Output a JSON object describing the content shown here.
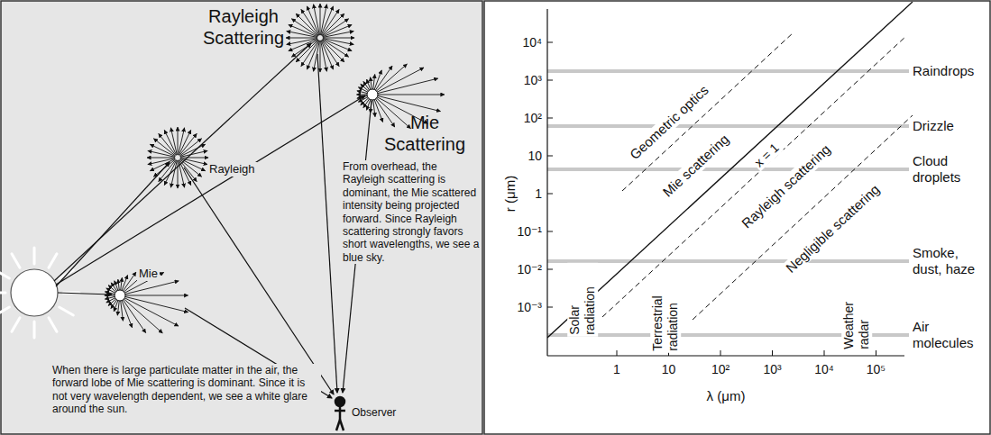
{
  "diagram": {
    "labels": [
      "Rayleigh Scattering",
      "Mie Scattering",
      "From overhead, the Rayleigh scattering is dominant, the Mie scattered intensity being projected forward. Since Rayleigh scattering strongly favors short wavelengths, we see a blue sky.",
      "Rayleigh",
      "Mie",
      "When there is large particulate matter in the air, the forward lobe of Mie scattering is dominant. Since it is not very wavelength dependent, we see a white glare around the sun.",
      "Observer",
      "10⁴",
      "10³",
      "10²",
      "10",
      "1",
      "10⁻¹",
      "10⁻²",
      "10⁻³",
      "1",
      "10",
      "10²",
      "10³",
      "10⁴",
      "10⁵",
      "r (μm)",
      "λ (μm)",
      "Geometric optics",
      "Mie scattering",
      "x = 1",
      "Rayleigh scattering",
      "Negligible scattering",
      "Solar radiation",
      "Terrestrial radiation",
      "Weather radar",
      "Raindrops",
      "Drizzle",
      "Cloud droplets",
      "Smoke, dust, haze",
      "Air molecules"
    ]
  }
}
